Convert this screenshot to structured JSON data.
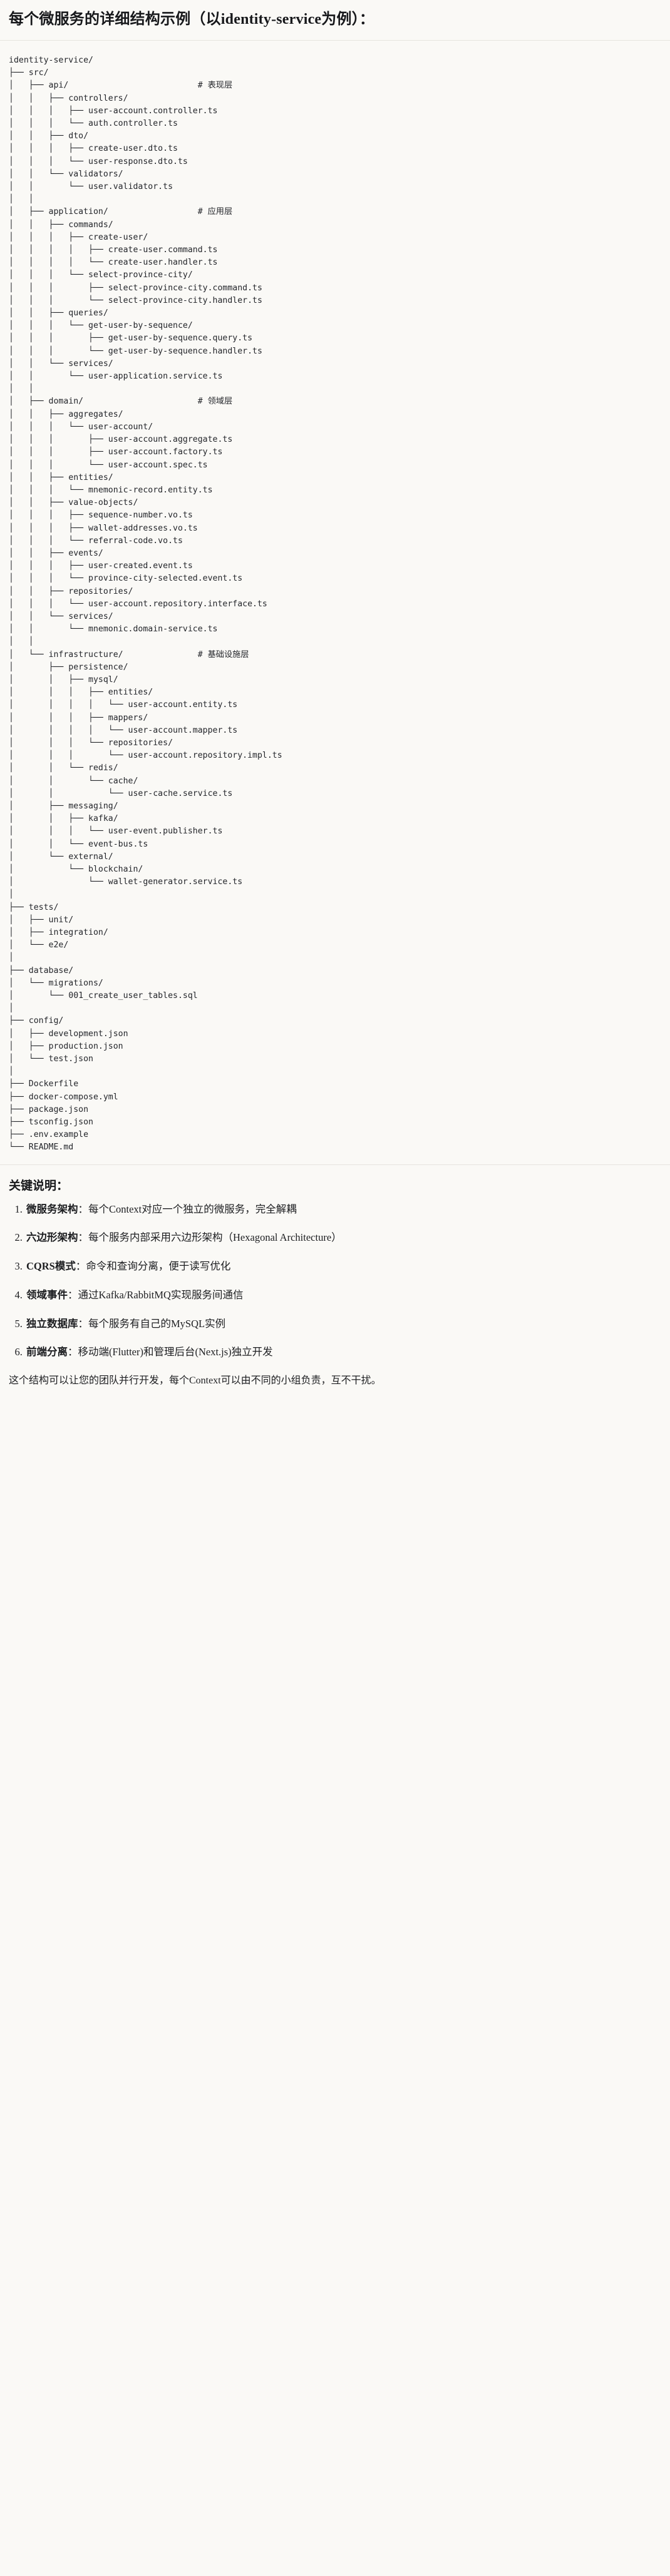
{
  "title": "每个微服务的详细结构示例（以identity-service为例）：",
  "tree": {
    "root_label": "identity-service/",
    "text": "identity-service/\n├── src/\n│   ├── api/                          # 表现层\n│   │   ├── controllers/\n│   │   │   ├── user-account.controller.ts\n│   │   │   └── auth.controller.ts\n│   │   ├── dto/\n│   │   │   ├── create-user.dto.ts\n│   │   │   └── user-response.dto.ts\n│   │   └── validators/\n│   │       └── user.validator.ts\n│   │\n│   ├── application/                  # 应用层\n│   │   ├── commands/\n│   │   │   ├── create-user/\n│   │   │   │   ├── create-user.command.ts\n│   │   │   │   └── create-user.handler.ts\n│   │   │   └── select-province-city/\n│   │   │       ├── select-province-city.command.ts\n│   │   │       └── select-province-city.handler.ts\n│   │   ├── queries/\n│   │   │   └── get-user-by-sequence/\n│   │   │       ├── get-user-by-sequence.query.ts\n│   │   │       └── get-user-by-sequence.handler.ts\n│   │   └── services/\n│   │       └── user-application.service.ts\n│   │\n│   ├── domain/                       # 领域层\n│   │   ├── aggregates/\n│   │   │   └── user-account/\n│   │   │       ├── user-account.aggregate.ts\n│   │   │       ├── user-account.factory.ts\n│   │   │       └── user-account.spec.ts\n│   │   ├── entities/\n│   │   │   └── mnemonic-record.entity.ts\n│   │   ├── value-objects/\n│   │   │   ├── sequence-number.vo.ts\n│   │   │   ├── wallet-addresses.vo.ts\n│   │   │   └── referral-code.vo.ts\n│   │   ├── events/\n│   │   │   ├── user-created.event.ts\n│   │   │   └── province-city-selected.event.ts\n│   │   ├── repositories/\n│   │   │   └── user-account.repository.interface.ts\n│   │   └── services/\n│   │       └── mnemonic.domain-service.ts\n│   │\n│   └── infrastructure/               # 基础设施层\n│       ├── persistence/\n│       │   ├── mysql/\n│       │   │   ├── entities/\n│       │   │   │   └── user-account.entity.ts\n│       │   │   ├── mappers/\n│       │   │   │   └── user-account.mapper.ts\n│       │   │   └── repositories/\n│       │   │       └── user-account.repository.impl.ts\n│       │   └── redis/\n│       │       └── cache/\n│       │           └── user-cache.service.ts\n│       ├── messaging/\n│       │   ├── kafka/\n│       │   │   └── user-event.publisher.ts\n│       │   └── event-bus.ts\n│       └── external/\n│           └── blockchain/\n│               └── wallet-generator.service.ts\n│\n├── tests/\n│   ├── unit/\n│   ├── integration/\n│   └── e2e/\n│\n├── database/\n│   └── migrations/\n│       └── 001_create_user_tables.sql\n│\n├── config/\n│   ├── development.json\n│   ├── production.json\n│   └── test.json\n│\n├── Dockerfile\n├── docker-compose.yml\n├── package.json\n├── tsconfig.json\n├── .env.example\n└── README.md",
    "layer_comments": [
      "# 表现层",
      "# 应用层",
      "# 领域层",
      "# 基础设施层"
    ]
  },
  "keypoints": {
    "heading": "关键说明：",
    "items": [
      {
        "term": "微服务架构",
        "sep": "：",
        "desc": "每个Context对应一个独立的微服务，完全解耦"
      },
      {
        "term": "六边形架构",
        "sep": "：",
        "desc": "每个服务内部采用六边形架构（Hexagonal Architecture）"
      },
      {
        "term": "CQRS模式",
        "sep": "：",
        "desc": "命令和查询分离，便于读写优化"
      },
      {
        "term": "领域事件",
        "sep": "：",
        "desc": "通过Kafka/RabbitMQ实现服务间通信"
      },
      {
        "term": "独立数据库",
        "sep": "：",
        "desc": "每个服务有自己的MySQL实例"
      },
      {
        "term": "前端分离",
        "sep": "：",
        "desc": "移动端(Flutter)和管理后台(Next.js)独立开发"
      }
    ],
    "footer": "这个结构可以让您的团队并行开发，每个Context可以由不同的小组负责，互不干扰。"
  },
  "colors": {
    "background": "#faf9f6",
    "text": "#1f2023",
    "rule": "#e6e4de",
    "mono_text": "#24262b"
  }
}
